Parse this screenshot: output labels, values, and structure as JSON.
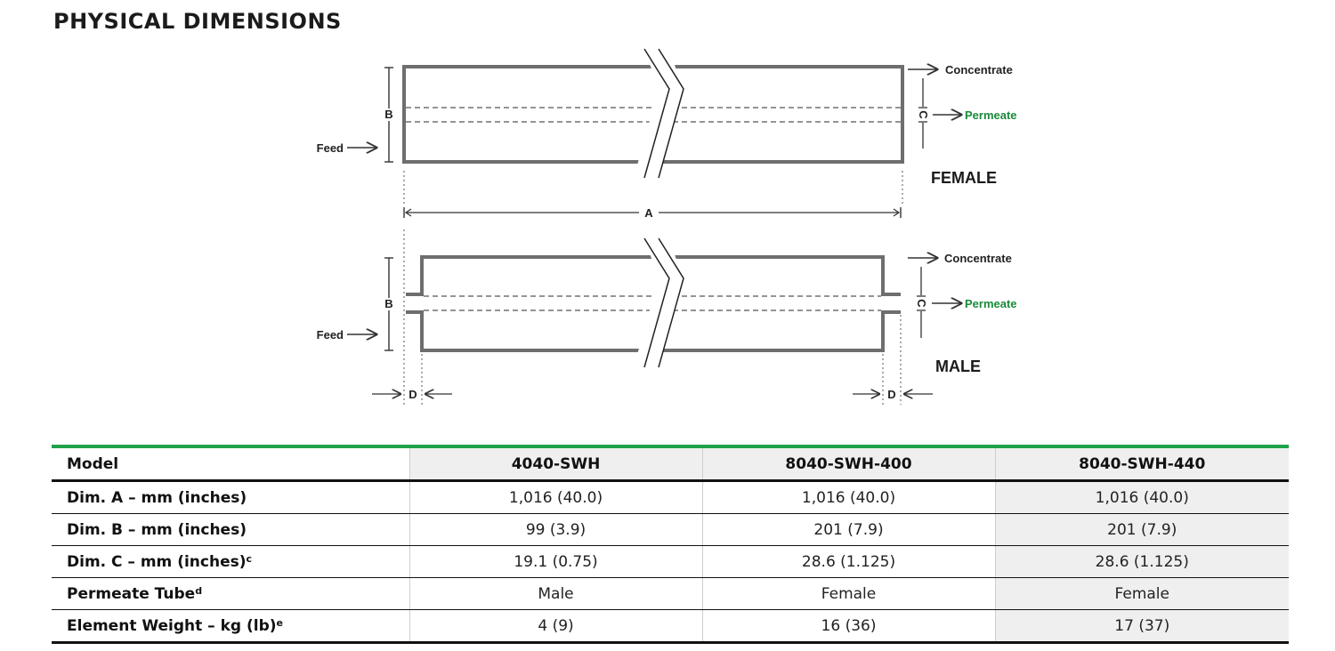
{
  "page_title": "PHYSICAL DIMENSIONS",
  "diagram": {
    "female": {
      "label": "FEMALE",
      "feed": "Feed",
      "concentrate": "Concentrate",
      "permeate": "Permeate",
      "dim_b": "B",
      "dim_c": "C",
      "dim_a": "A"
    },
    "male": {
      "label": "MALE",
      "feed": "Feed",
      "concentrate": "Concentrate",
      "permeate": "Permeate",
      "dim_b": "B",
      "dim_c": "C",
      "dim_d_left": "D",
      "dim_d_right": "D"
    },
    "colors": {
      "outline": "#6e6e6e",
      "permeate_text": "#1a8a3a",
      "accent_bar": "#1fa24a"
    }
  },
  "table": {
    "headers": [
      "Model",
      "4040-SWH",
      "8040-SWH-400",
      "8040-SWH-440"
    ],
    "rows": [
      {
        "label": "Dim. A – mm (inches)",
        "sup": "",
        "values": [
          "1,016 (40.0)",
          "1,016 (40.0)",
          "1,016 (40.0)"
        ]
      },
      {
        "label": "Dim. B – mm (inches)",
        "sup": "",
        "values": [
          "99 (3.9)",
          "201 (7.9)",
          "201 (7.9)"
        ]
      },
      {
        "label": "Dim. C – mm (inches)",
        "sup": "c",
        "values": [
          "19.1 (0.75)",
          "28.6 (1.125)",
          "28.6 (1.125)"
        ]
      },
      {
        "label": "Permeate Tube",
        "sup": "d",
        "values": [
          "Male",
          "Female",
          "Female"
        ]
      },
      {
        "label": "Element Weight – kg (lb)",
        "sup": "e",
        "values": [
          "4 (9)",
          "16 (36)",
          "17 (37)"
        ]
      }
    ]
  }
}
